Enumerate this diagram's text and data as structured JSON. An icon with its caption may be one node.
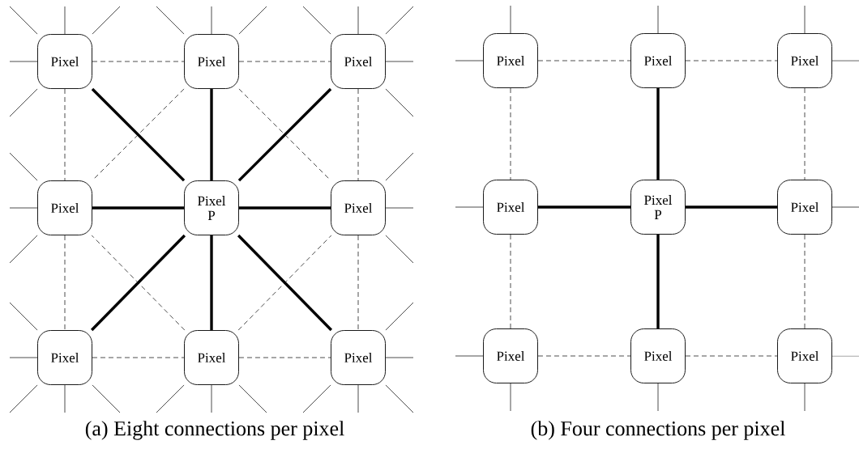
{
  "diagram": {
    "nodes": [
      {
        "text": [
          "Pixel"
        ]
      },
      {
        "text": [
          "Pixel"
        ]
      },
      {
        "text": [
          "Pixel"
        ]
      },
      {
        "text": [
          "Pixel"
        ]
      },
      {
        "text": [
          "Pixel P"
        ]
      },
      {
        "text": [
          "Pixel"
        ]
      },
      {
        "text": [
          "Pixel"
        ]
      },
      {
        "text": [
          "Pixel"
        ]
      },
      {
        "text": [
          "Pixel"
        ]
      },
      {
        "text": [
          "Pixel"
        ]
      },
      {
        "text": [
          "Pixel"
        ]
      },
      {
        "text": [
          "Pixel"
        ]
      },
      {
        "text": [
          "Pixel"
        ]
      },
      {
        "text": [
          "Pixel P"
        ]
      },
      {
        "text": [
          "Pixel"
        ]
      },
      {
        "text": [
          "Pixel"
        ]
      },
      {
        "text": [
          "Pixel"
        ]
      },
      {
        "text": [
          "Pixel"
        ]
      }
    ],
    "edges": [
      {
        "from": 4,
        "to": 0,
        "arrow": "none",
        "style": "thick"
      },
      {
        "from": 4,
        "to": 1,
        "arrow": "none",
        "style": "thick"
      },
      {
        "from": 4,
        "to": 2,
        "arrow": "none",
        "style": "thick"
      },
      {
        "from": 4,
        "to": 3,
        "arrow": "none",
        "style": "thick"
      },
      {
        "from": 4,
        "to": 5,
        "arrow": "none",
        "style": "thick"
      },
      {
        "from": 4,
        "to": 6,
        "arrow": "none",
        "style": "thick"
      },
      {
        "from": 4,
        "to": 7,
        "arrow": "none",
        "style": "thick"
      },
      {
        "from": 4,
        "to": 8,
        "arrow": "none",
        "style": "thick"
      },
      {
        "from": 0,
        "to": 1,
        "arrow": "none",
        "style": "dashed"
      },
      {
        "from": 1,
        "to": 2,
        "arrow": "none",
        "style": "dashed"
      },
      {
        "from": 6,
        "to": 7,
        "arrow": "none",
        "style": "dashed"
      },
      {
        "from": 7,
        "to": 8,
        "arrow": "none",
        "style": "dashed"
      },
      {
        "from": 0,
        "to": 3,
        "arrow": "none",
        "style": "dashed"
      },
      {
        "from": 3,
        "to": 6,
        "arrow": "none",
        "style": "dashed"
      },
      {
        "from": 2,
        "to": 5,
        "arrow": "none",
        "style": "dashed"
      },
      {
        "from": 5,
        "to": 8,
        "arrow": "none",
        "style": "dashed"
      },
      {
        "from": 1,
        "to": 3,
        "arrow": "none",
        "style": "dashed"
      },
      {
        "from": 1,
        "to": 5,
        "arrow": "none",
        "style": "dashed"
      },
      {
        "from": 7,
        "to": 3,
        "arrow": "none",
        "style": "dashed"
      },
      {
        "from": 7,
        "to": 5,
        "arrow": "none",
        "style": "dashed"
      },
      {
        "from": 0,
        "to": null,
        "arrow": "none"
      },
      {
        "from": 0,
        "to": null,
        "arrow": "none"
      },
      {
        "from": 0,
        "to": null,
        "arrow": "none"
      },
      {
        "from": 0,
        "to": null,
        "arrow": "none"
      },
      {
        "from": 0,
        "to": null,
        "arrow": "none"
      },
      {
        "from": 1,
        "to": null,
        "arrow": "none"
      },
      {
        "from": 1,
        "to": null,
        "arrow": "none"
      },
      {
        "from": 1,
        "to": null,
        "arrow": "none"
      },
      {
        "from": 2,
        "to": null,
        "arrow": "none"
      },
      {
        "from": 2,
        "to": null,
        "arrow": "none"
      },
      {
        "from": 2,
        "to": null,
        "arrow": "none"
      },
      {
        "from": 2,
        "to": null,
        "arrow": "none"
      },
      {
        "from": 2,
        "to": null,
        "arrow": "none"
      },
      {
        "from": 3,
        "to": null,
        "arrow": "none"
      },
      {
        "from": 3,
        "to": null,
        "arrow": "none"
      },
      {
        "from": 3,
        "to": null,
        "arrow": "none"
      },
      {
        "from": 5,
        "to": null,
        "arrow": "none"
      },
      {
        "from": 5,
        "to": null,
        "arrow": "none"
      },
      {
        "from": 5,
        "to": null,
        "arrow": "none"
      },
      {
        "from": 6,
        "to": null,
        "arrow": "none"
      },
      {
        "from": 6,
        "to": null,
        "arrow": "none"
      },
      {
        "from": 6,
        "to": null,
        "arrow": "none"
      },
      {
        "from": 6,
        "to": null,
        "arrow": "none"
      },
      {
        "from": 6,
        "to": null,
        "arrow": "none"
      },
      {
        "from": 7,
        "to": null,
        "arrow": "none"
      },
      {
        "from": 7,
        "to": null,
        "arrow": "none"
      },
      {
        "from": 7,
        "to": null,
        "arrow": "none"
      },
      {
        "from": 8,
        "to": null,
        "arrow": "none"
      },
      {
        "from": 8,
        "to": null,
        "arrow": "none"
      },
      {
        "from": 8,
        "to": null,
        "arrow": "none"
      },
      {
        "from": 8,
        "to": null,
        "arrow": "none"
      },
      {
        "from": 8,
        "to": null,
        "arrow": "none"
      },
      {
        "from": 13,
        "to": 10,
        "arrow": "none",
        "style": "thick"
      },
      {
        "from": 13,
        "to": 12,
        "arrow": "none",
        "style": "thick"
      },
      {
        "from": 13,
        "to": 14,
        "arrow": "none",
        "style": "thick"
      },
      {
        "from": 13,
        "to": 16,
        "arrow": "none",
        "style": "thick"
      },
      {
        "from": 9,
        "to": 10,
        "arrow": "none",
        "style": "dashed"
      },
      {
        "from": 10,
        "to": 11,
        "arrow": "none",
        "style": "dashed"
      },
      {
        "from": 15,
        "to": 16,
        "arrow": "none",
        "style": "dashed"
      },
      {
        "from": 16,
        "to": 17,
        "arrow": "none",
        "style": "dashed"
      },
      {
        "from": 9,
        "to": 12,
        "arrow": "none",
        "style": "dashed"
      },
      {
        "from": 12,
        "to": 15,
        "arrow": "none",
        "style": "dashed"
      },
      {
        "from": 11,
        "to": 14,
        "arrow": "none",
        "style": "dashed"
      },
      {
        "from": 14,
        "to": 17,
        "arrow": "none",
        "style": "dashed"
      },
      {
        "from": 9,
        "to": null,
        "arrow": "none"
      },
      {
        "from": 9,
        "to": null,
        "arrow": "none"
      },
      {
        "from": 10,
        "to": null,
        "arrow": "none"
      },
      {
        "from": 11,
        "to": null,
        "arrow": "none"
      },
      {
        "from": 11,
        "to": null,
        "arrow": "none"
      },
      {
        "from": 12,
        "to": null,
        "arrow": "none"
      },
      {
        "from": 14,
        "to": null,
        "arrow": "none"
      },
      {
        "from": 15,
        "to": null,
        "arrow": "none"
      },
      {
        "from": 15,
        "to": null,
        "arrow": "none"
      },
      {
        "from": 16,
        "to": null,
        "arrow": "none"
      },
      {
        "from": 17,
        "to": null,
        "arrow": "none"
      },
      {
        "from": 17,
        "to": null,
        "arrow": "none"
      }
    ],
    "labels": [
      "(a) Eight connections per pixel",
      "(b) Four connections per pixel"
    ]
  }
}
